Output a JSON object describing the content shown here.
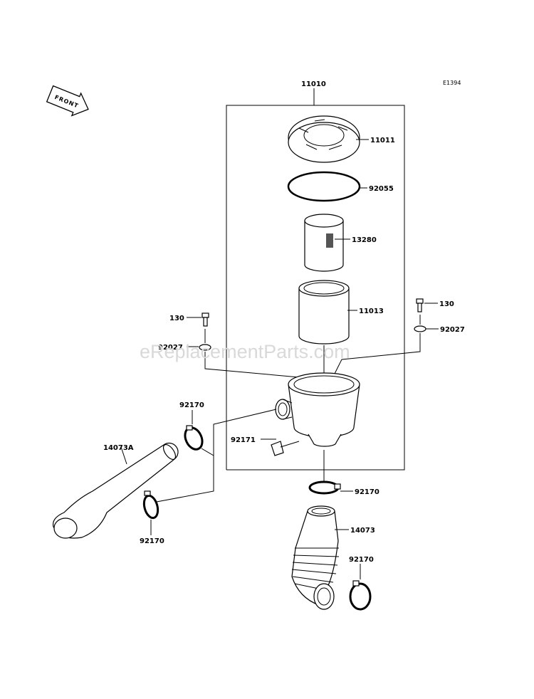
{
  "diagram_code": "E1394",
  "watermark": "eReplacementParts.com",
  "front_arrow_label": "FRONT",
  "labels": {
    "assembly": "11010",
    "cap": "11011",
    "oring": "92055",
    "filter": "13280",
    "prefilter": "11013",
    "bolt_left": "130",
    "bolt_right": "130",
    "washer_left": "92027",
    "washer_right": "92027",
    "clamp_upper_left": "92170",
    "duct_left": "14073A",
    "clamp_lower_left": "92170",
    "clip": "92171",
    "clamp_center": "92170",
    "duct_lower": "14073",
    "clamp_lower_right": "92170"
  }
}
